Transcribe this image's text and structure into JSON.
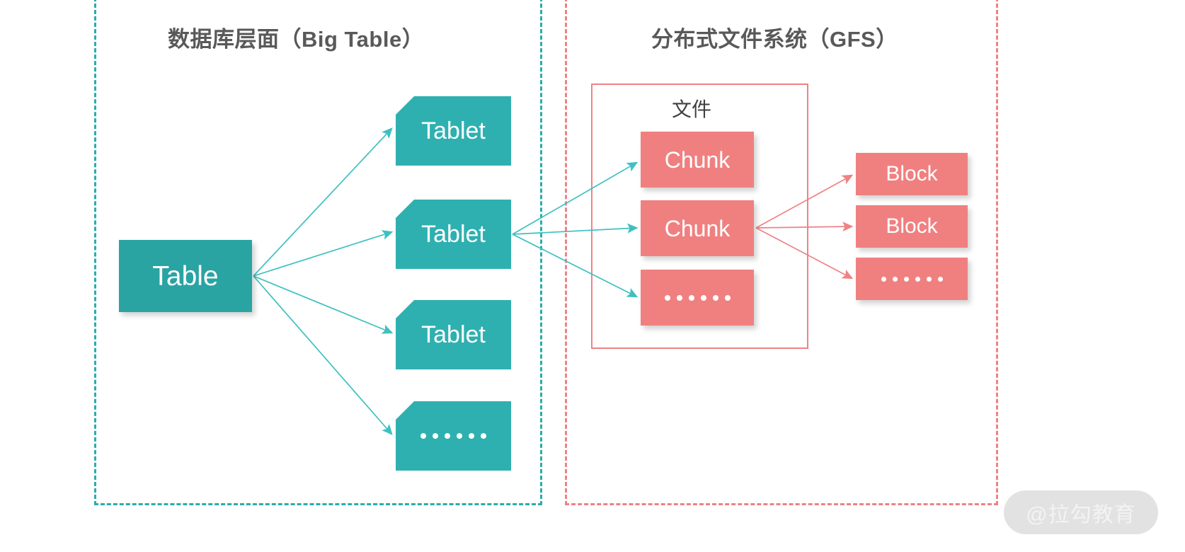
{
  "diagram": {
    "panels": [
      {
        "id": "database-layer",
        "title": "数据库层面（Big Table）",
        "border_color": "#2BACAC",
        "style": "dashed"
      },
      {
        "id": "distributed-file-system",
        "title": "分布式文件系统（GFS）",
        "border_color": "#EE8285",
        "style": "dashed"
      }
    ],
    "file_container": {
      "label": "文件",
      "border_color": "#EE8285"
    },
    "nodes": {
      "table": {
        "label": "Table",
        "color": "#2AA3A3"
      },
      "tablets": [
        {
          "label": "Tablet",
          "color": "#2FB0B0"
        },
        {
          "label": "Tablet",
          "color": "#2FB0B0"
        },
        {
          "label": "Tablet",
          "color": "#2FB0B0"
        },
        {
          "label": "……",
          "color": "#2FB0B0",
          "is_ellipsis": true,
          "dots": 6
        }
      ],
      "chunks": [
        {
          "label": "Chunk",
          "color": "#F08080"
        },
        {
          "label": "Chunk",
          "color": "#F08080"
        },
        {
          "label": "……",
          "color": "#F08080",
          "is_ellipsis": true,
          "dots": 6
        }
      ],
      "blocks": [
        {
          "label": "Block",
          "color": "#F08080"
        },
        {
          "label": "Block",
          "color": "#F08080"
        },
        {
          "label": "……",
          "color": "#F08080",
          "is_ellipsis": true,
          "dots": 6
        }
      ]
    },
    "arrows": {
      "table_to_tablets": {
        "count": 4,
        "color": "#3FC0C0"
      },
      "tablet_to_chunks": {
        "count": 3,
        "color": "#3FC0C0"
      },
      "chunk_to_blocks": {
        "count": 3,
        "color": "#EE8285"
      }
    },
    "watermark": {
      "text": "@拉勾教育",
      "pill_color": "#E2E2E2",
      "text_color": "#F3F3F3"
    },
    "background_color": "#FFFFFF"
  }
}
